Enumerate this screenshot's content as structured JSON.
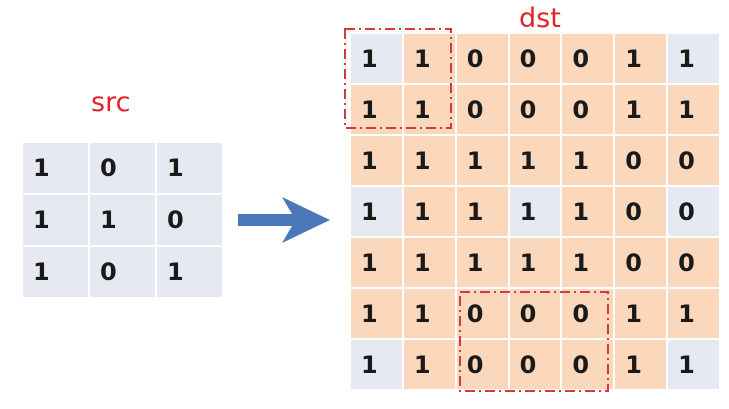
{
  "labels": {
    "src": "src",
    "dst": "dst"
  },
  "colors": {
    "label_red": "#e0232a",
    "cell_gray": "#e6e9f1",
    "cell_peach": "#fbd7bb",
    "arrow_blue": "#4a78b8",
    "dash_red": "#d43a3a"
  },
  "src": {
    "rows": [
      [
        "1",
        "0",
        "1"
      ],
      [
        "1",
        "1",
        "0"
      ],
      [
        "1",
        "0",
        "1"
      ]
    ]
  },
  "dst": {
    "rows": [
      [
        "1",
        "1",
        "0",
        "0",
        "0",
        "1",
        "1"
      ],
      [
        "1",
        "1",
        "0",
        "0",
        "0",
        "1",
        "1"
      ],
      [
        "1",
        "1",
        "1",
        "1",
        "1",
        "0",
        "0"
      ],
      [
        "1",
        "1",
        "1",
        "1",
        "1",
        "0",
        "0"
      ],
      [
        "1",
        "1",
        "1",
        "1",
        "1",
        "0",
        "0"
      ],
      [
        "1",
        "1",
        "0",
        "0",
        "0",
        "1",
        "1"
      ],
      [
        "1",
        "1",
        "0",
        "0",
        "0",
        "1",
        "1"
      ]
    ],
    "fill": [
      [
        "gray",
        "peach",
        "peach",
        "peach",
        "peach",
        "peach",
        "gray"
      ],
      [
        "peach",
        "peach",
        "peach",
        "peach",
        "peach",
        "peach",
        "peach"
      ],
      [
        "peach",
        "peach",
        "peach",
        "peach",
        "peach",
        "peach",
        "peach"
      ],
      [
        "gray",
        "peach",
        "peach",
        "gray",
        "peach",
        "peach",
        "gray"
      ],
      [
        "peach",
        "peach",
        "peach",
        "peach",
        "peach",
        "peach",
        "peach"
      ],
      [
        "peach",
        "peach",
        "peach",
        "peach",
        "peach",
        "peach",
        "peach"
      ],
      [
        "gray",
        "peach",
        "peach",
        "peach",
        "peach",
        "peach",
        "gray"
      ]
    ]
  },
  "arrow_icon": "right-arrow-icon"
}
